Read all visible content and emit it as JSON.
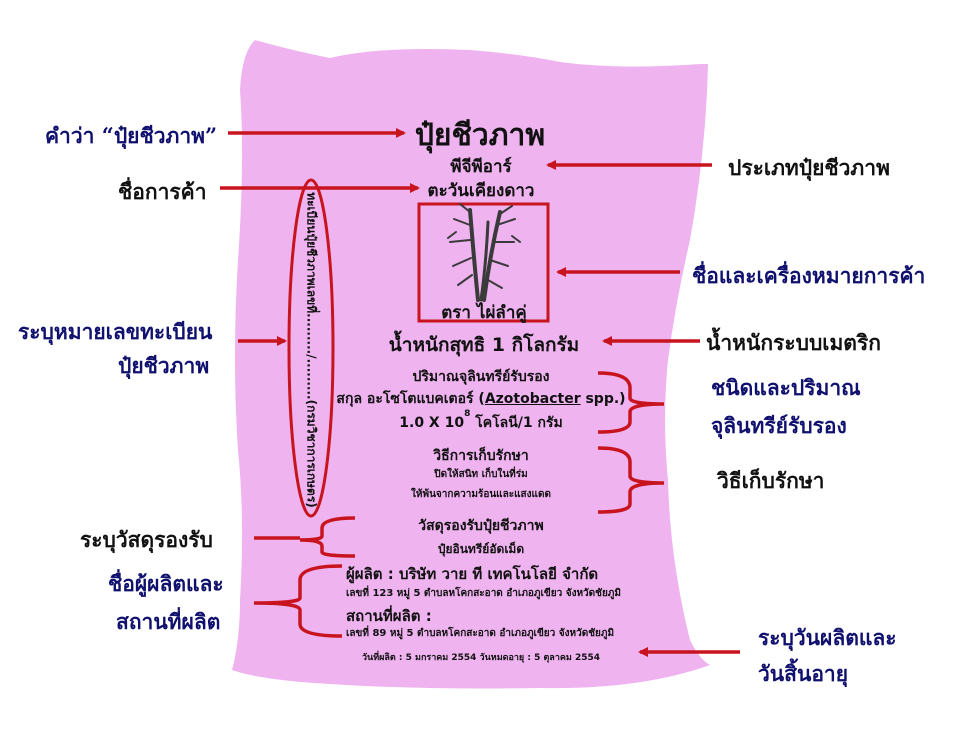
{
  "bag": {
    "title": "ปุ๋ยชีวภาพ",
    "type": "พีจีพีอาร์",
    "trade_name": "ตะวันเคียงดาว",
    "brand": "ตรา ไผ่ลำคู่",
    "net_weight": "น้ำหนักสุทธิ  1  กิโลกรัม",
    "registration": "ทะเบียนปุ๋ยชีวภาพเลขที่........./.........(กรมวิชาการเกษตร)",
    "microbe": {
      "heading": "ปริมาณจุลินทรีย์รับรอง",
      "genus_prefix": "สกุล อะโซโตแบคเตอร์ (",
      "genus_latin": "Azotobacter",
      "genus_suffix": " spp.)",
      "count_base": "1.0 X 10",
      "count_exp": "8",
      "count_unit": " โคโลนี/1 กรัม"
    },
    "storage": {
      "heading": "วิธีการเก็บรักษา",
      "line1": "ปิดให้สนิท เก็บในที่ร่ม",
      "line2": "ให้พ้นจากความร้อนและแสงแดด"
    },
    "carrier": {
      "heading": "วัสดุรองรับปุ๋ยชีวภาพ",
      "value": "ปุ๋ยอินทรีย์อัดเม็ด"
    },
    "producer": {
      "label": "ผู้ผลิต : บริษัท วาย ที เทคโนโลยี จำกัด",
      "address": "เลขที่ 123 หมู่ 5 ตำบลหโคกสะอาด อำเภอภูเขียว จังหวัดชัยภูมิ"
    },
    "plant": {
      "label": "สถานที่ผลิต :",
      "address": "เลขที่ 89 หมู่ 5 ตำบลหโคกสะอาด อำเภอภูเขียว จังหวัดชัยภูมิ"
    },
    "dates": "วันที่ผลิต : 5 มกราคม 2554   วันหมดอายุ : 5 ตุลาคม 2554"
  },
  "annotations": {
    "left": [
      {
        "text": "คำว่า “ปุ๋ยชีวภาพ”"
      },
      {
        "text": "ชื่อการค้า"
      },
      {
        "text": "ระบุหมายเลขทะเบียน"
      },
      {
        "text": "ปุ๋ยชีวภาพ"
      },
      {
        "text": "ระบุวัสดุรองรับ"
      },
      {
        "text": "ชื่อผู้ผลิตและ"
      },
      {
        "text": "สถานที่ผลิต"
      }
    ],
    "right": [
      {
        "text": "ประเภทปุ๋ยชีวภาพ"
      },
      {
        "text": "ชื่อและเครื่องหมายการค้า"
      },
      {
        "text": "น้ำหนักระบบเมตริก"
      },
      {
        "text": "ชนิดและปริมาณ"
      },
      {
        "text": "จุลินทรีย์รับรอง"
      },
      {
        "text": "วิธีเก็บรักษา"
      },
      {
        "text": "ระบุวันผลิตและ"
      },
      {
        "text": "วันสิ้นอายุ"
      }
    ]
  },
  "colors": {
    "bag_fill": "#efb3ef",
    "annotation_red": "#c8141e",
    "label_blue": "#10106e"
  }
}
